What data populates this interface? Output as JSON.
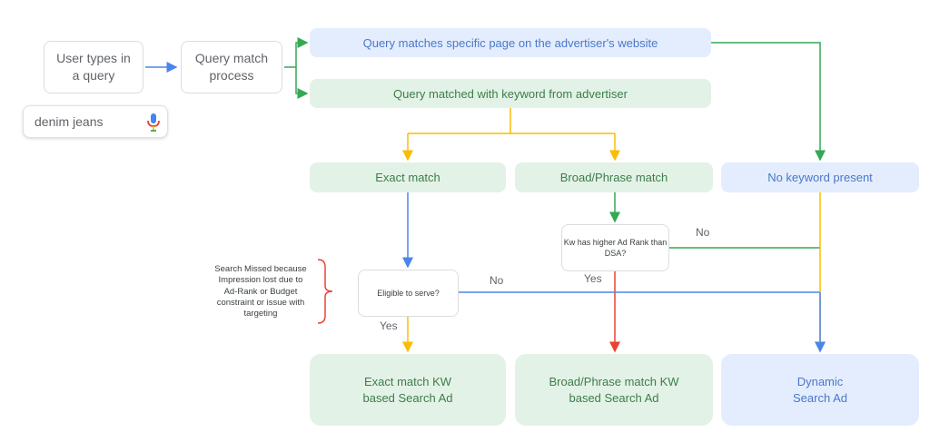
{
  "user_box": {
    "text": "User types in\na query"
  },
  "process_box": {
    "text": "Query match\nprocess"
  },
  "search_field": {
    "value": "denim jeans",
    "icon": "microphone-icon"
  },
  "query_page_box": {
    "text": "Query matches specific page on the advertiser's website"
  },
  "query_keyword_box": {
    "text": "Query matched with keyword from advertiser"
  },
  "exact_box": {
    "text": "Exact match"
  },
  "broad_box": {
    "text": "Broad/Phrase match"
  },
  "no_keyword_box": {
    "text": "No keyword present"
  },
  "rank_box": {
    "text": "Kw has higher Ad Rank than\nDSA?"
  },
  "eligible_box": {
    "text": "Eligible to serve?"
  },
  "missed_note": {
    "text": "Search Missed because\nImpression lost due to\nAd-Rank or Budget\nconstraint or issue with\ntargeting"
  },
  "labels": {
    "no_rank": "No",
    "yes_rank": "Yes",
    "no_eligible": "No",
    "yes_eligible": "Yes"
  },
  "exact_ad_box": {
    "text": "Exact match KW\nbased Search Ad"
  },
  "broad_ad_box": {
    "text": "Broad/Phrase match KW\nbased Search Ad"
  },
  "dynamic_ad_box": {
    "text": "Dynamic\nSearch Ad"
  },
  "colors": {
    "blue_line": "#4a86e8",
    "green_line": "#34a853",
    "yellow_line": "#fbbc04",
    "red_line": "#ea4335",
    "bracket": "#ea4335"
  }
}
